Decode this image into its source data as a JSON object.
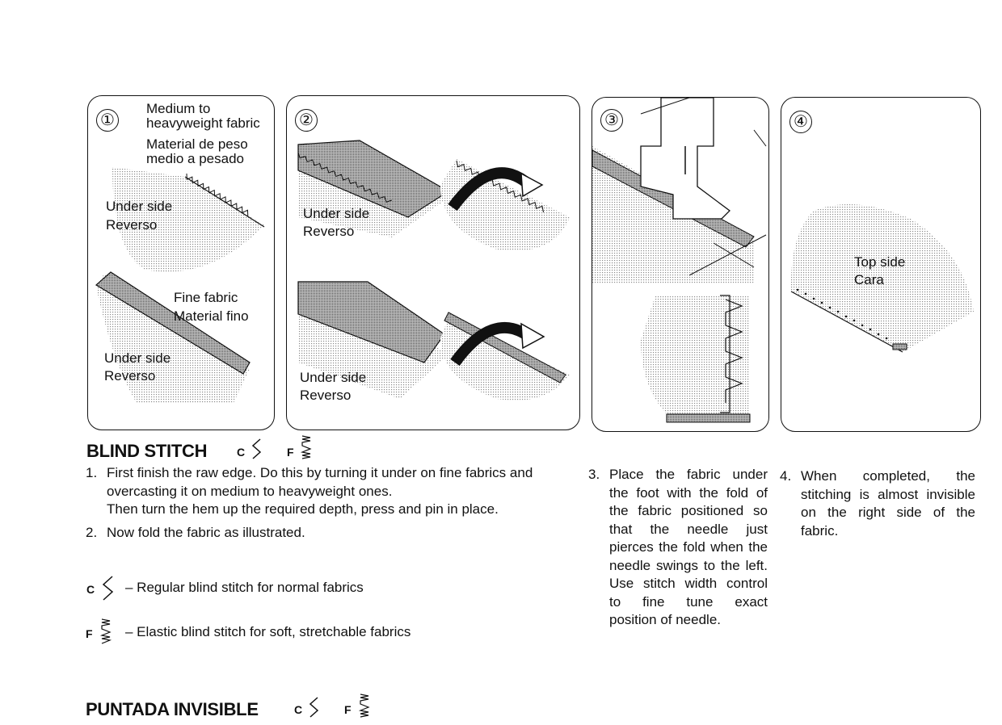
{
  "panels": [
    {
      "num": "①",
      "labels": [
        "Medium to",
        "heavyweight fabric",
        "Material de peso",
        "medio a pesado",
        "Under side",
        "Reverso",
        "Fine fabric",
        "Material fino",
        "Under side",
        "Reverso"
      ]
    },
    {
      "num": "②",
      "labels": [
        "Under side",
        "Reverso",
        "Under side",
        "Reverso"
      ]
    },
    {
      "num": "③",
      "labels": []
    },
    {
      "num": "④",
      "labels": [
        "Top side",
        "Cara"
      ]
    }
  ],
  "section": {
    "title": "BLIND STITCH",
    "code_c": "C",
    "code_f": "F"
  },
  "steps": {
    "s1_num": "1.",
    "s1_line1": "First finish the raw edge. Do this by turning it under on fine fabrics and",
    "s1_line2": "overcasting it on medium to heavyweight ones.",
    "s1_line3": "Then turn the hem up the required depth, press and pin in place.",
    "s2_num": "2.",
    "s2_text": "Now fold the fabric as illustrated.",
    "s3_num": "3.",
    "s3_lines": [
      "Place the fabric under",
      "the foot with the fold of",
      "the fabric positioned so",
      "that the needle just",
      "pierces the fold when the",
      "needle swings to the left.",
      "Use stitch width control",
      "to fine tune exact",
      "position of needle."
    ],
    "s4_num": "4.",
    "s4_lines": [
      "When completed, the",
      "stitching is almost invisible",
      "on the right side of the",
      "fabric."
    ]
  },
  "legend": {
    "c_code": "C",
    "c_text": "– Regular blind stitch for normal fabrics",
    "f_code": "F",
    "f_text": "– Elastic blind stitch for soft, stretchable fabrics"
  },
  "section_es": {
    "title": "PUNTADA INVISIBLE",
    "code_c": "C",
    "code_f": "F"
  }
}
